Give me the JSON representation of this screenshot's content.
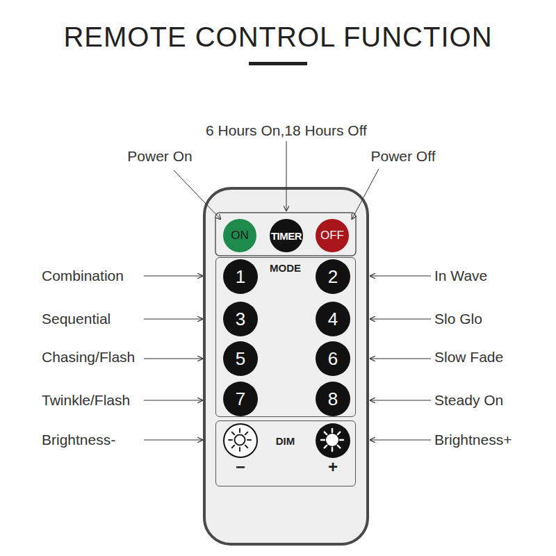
{
  "diagram": {
    "title": "REMOTE CONTROL FUNCTION",
    "nodes": [
      {
        "text": [
          "ON"
        ]
      },
      {
        "text": [
          "TIMER"
        ]
      },
      {
        "text": [
          "OFF"
        ]
      },
      {
        "text": [
          "MODE"
        ]
      },
      {
        "text": [
          "1"
        ],
        "in": 3
      },
      {
        "text": [
          "2"
        ],
        "in": 3
      },
      {
        "text": [
          "3"
        ],
        "in": 3
      },
      {
        "text": [
          "4"
        ],
        "in": 3
      },
      {
        "text": [
          "5"
        ],
        "in": 3
      },
      {
        "text": [
          "6"
        ],
        "in": 3
      },
      {
        "text": [
          "7"
        ],
        "in": 3
      },
      {
        "text": [
          "8"
        ],
        "in": 3
      },
      {
        "text": [
          "DIM"
        ]
      },
      {
        "text": [
          "−"
        ],
        "in": 12
      },
      {
        "text": [
          "+"
        ],
        "in": 12
      }
    ],
    "labels": [
      "6 Hours On,18 Hours Off",
      "Power On",
      "Power Off",
      "Combination",
      "In Wave",
      "Sequential",
      "Slo Glo",
      "Chasing/Flash",
      "Slow Fade",
      "Twinkle/Flash",
      "Steady On",
      "Brightness-",
      "Brightness+"
    ]
  }
}
